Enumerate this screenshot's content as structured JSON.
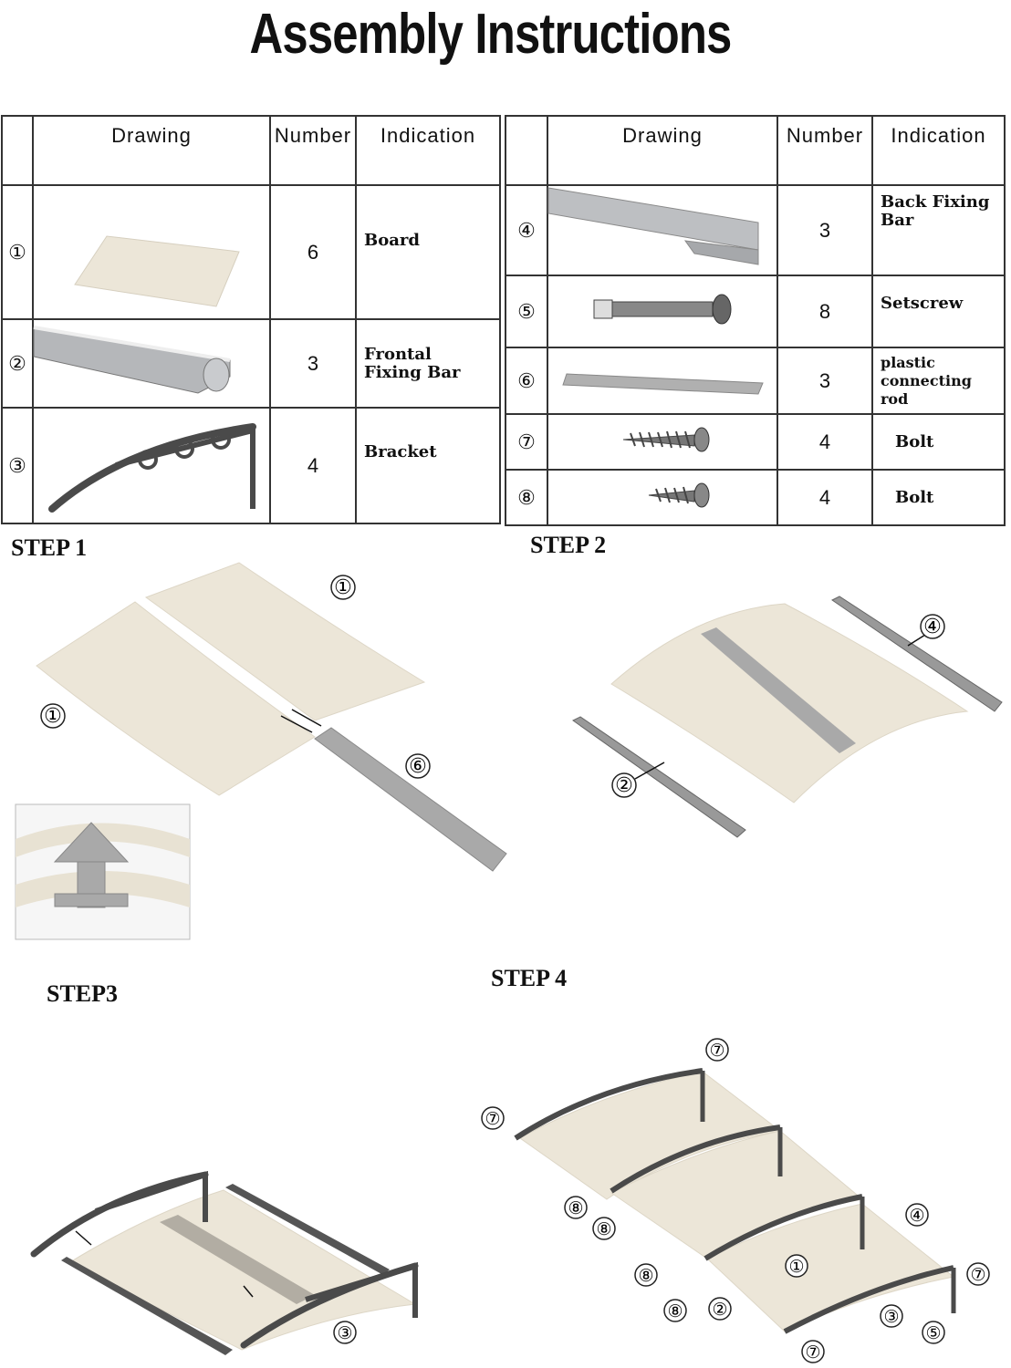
{
  "title": "Assembly Instructions",
  "table": {
    "headers": {
      "drawing": "Drawing",
      "number": "Number",
      "indication": "Indication"
    },
    "left_rows": [
      {
        "index": "①",
        "number": "6",
        "indication": "Board"
      },
      {
        "index": "②",
        "number": "3",
        "indication_line1": "Frontal",
        "indication_line2": "Fixing Bar"
      },
      {
        "index": "③",
        "number": "4",
        "indication": "Bracket"
      }
    ],
    "right_rows": [
      {
        "index": "④",
        "number": "3",
        "indication_line1": "Back Fixing",
        "indication_line2": "Bar"
      },
      {
        "index": "⑤",
        "number": "8",
        "indication": "Setscrew"
      },
      {
        "index": "⑥",
        "number": "3",
        "indication_line1": "plastic",
        "indication_line2": "connecting rod"
      },
      {
        "index": "⑦",
        "number": "4",
        "indication": "Bolt"
      },
      {
        "index": "⑧",
        "number": "4",
        "indication": "Bolt"
      }
    ]
  },
  "steps": {
    "step1": {
      "label": "STEP 1",
      "callouts": [
        "①",
        "①",
        "⑥"
      ]
    },
    "step2": {
      "label": "STEP 2",
      "callouts": [
        "④",
        "②"
      ]
    },
    "step3": {
      "label": "STEP3",
      "callouts": [
        "③"
      ]
    },
    "step4": {
      "label": "STEP 4",
      "callouts": [
        "⑦",
        "⑦",
        "⑧",
        "⑧",
        "④",
        "①",
        "⑦",
        "⑧",
        "⑧",
        "②",
        "③",
        "⑤",
        "⑦"
      ]
    }
  },
  "colors": {
    "board": "#ece6d8",
    "bar": "#a9a9a9",
    "bracket": "#4a4a4a",
    "line": "#333333"
  }
}
